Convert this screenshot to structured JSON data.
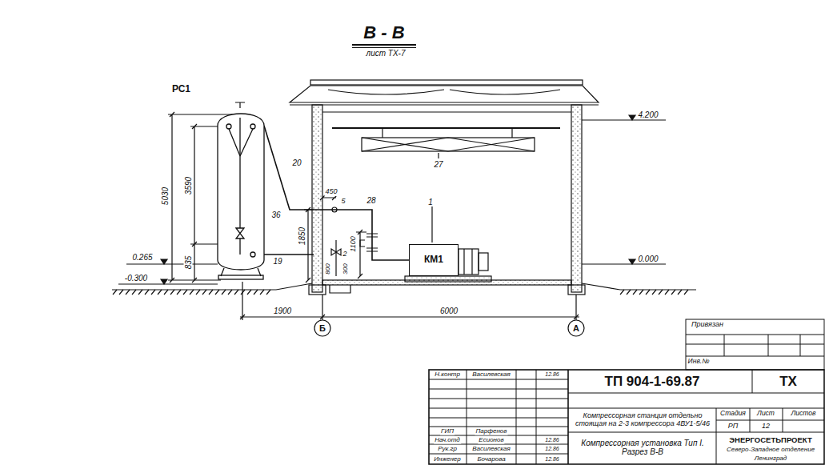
{
  "diagram": {
    "title": "В - В",
    "nodes": [
      {
        "text": [
          "РС1"
        ]
      },
      {
        "text": [
          "КМ1"
        ]
      }
    ],
    "edges": [
      {
        "from": 0,
        "to": 1,
        "arrow": "none",
        "label": "20"
      }
    ],
    "labels": [
      "лист ТХ-7",
      "36",
      "450",
      "5",
      "28",
      "1",
      "27",
      "4.200",
      "0.000",
      "5030",
      "3590",
      "835",
      "0.265",
      "-0.300",
      "19",
      "1850",
      "2",
      "1100",
      "800",
      "300",
      "1900",
      "6000",
      "Б",
      "А",
      "Привязан",
      "Инв.№",
      "Н.контр",
      "Василевская",
      "12.86",
      "ГИП",
      "Парфенов",
      "Нач.отд",
      "Есионов",
      "12.86",
      "Рук.гр",
      "Василевская",
      "12.86",
      "Инженер",
      "Бочарова",
      "12.86",
      "ТП 904-1-69.87",
      "ТХ",
      "Компрессорная станция отдельно стоящая на 2-3 компрессора 4ВУ1-5/46",
      "Компрессорная установка Тип I. Разрез В-В",
      "Стадия",
      "Лист",
      "Листов",
      "РП",
      "12",
      "ЭНЕРГОСЕТЬПРОЕКТ",
      "Северо-Западное отделение",
      "Ленинград"
    ]
  }
}
